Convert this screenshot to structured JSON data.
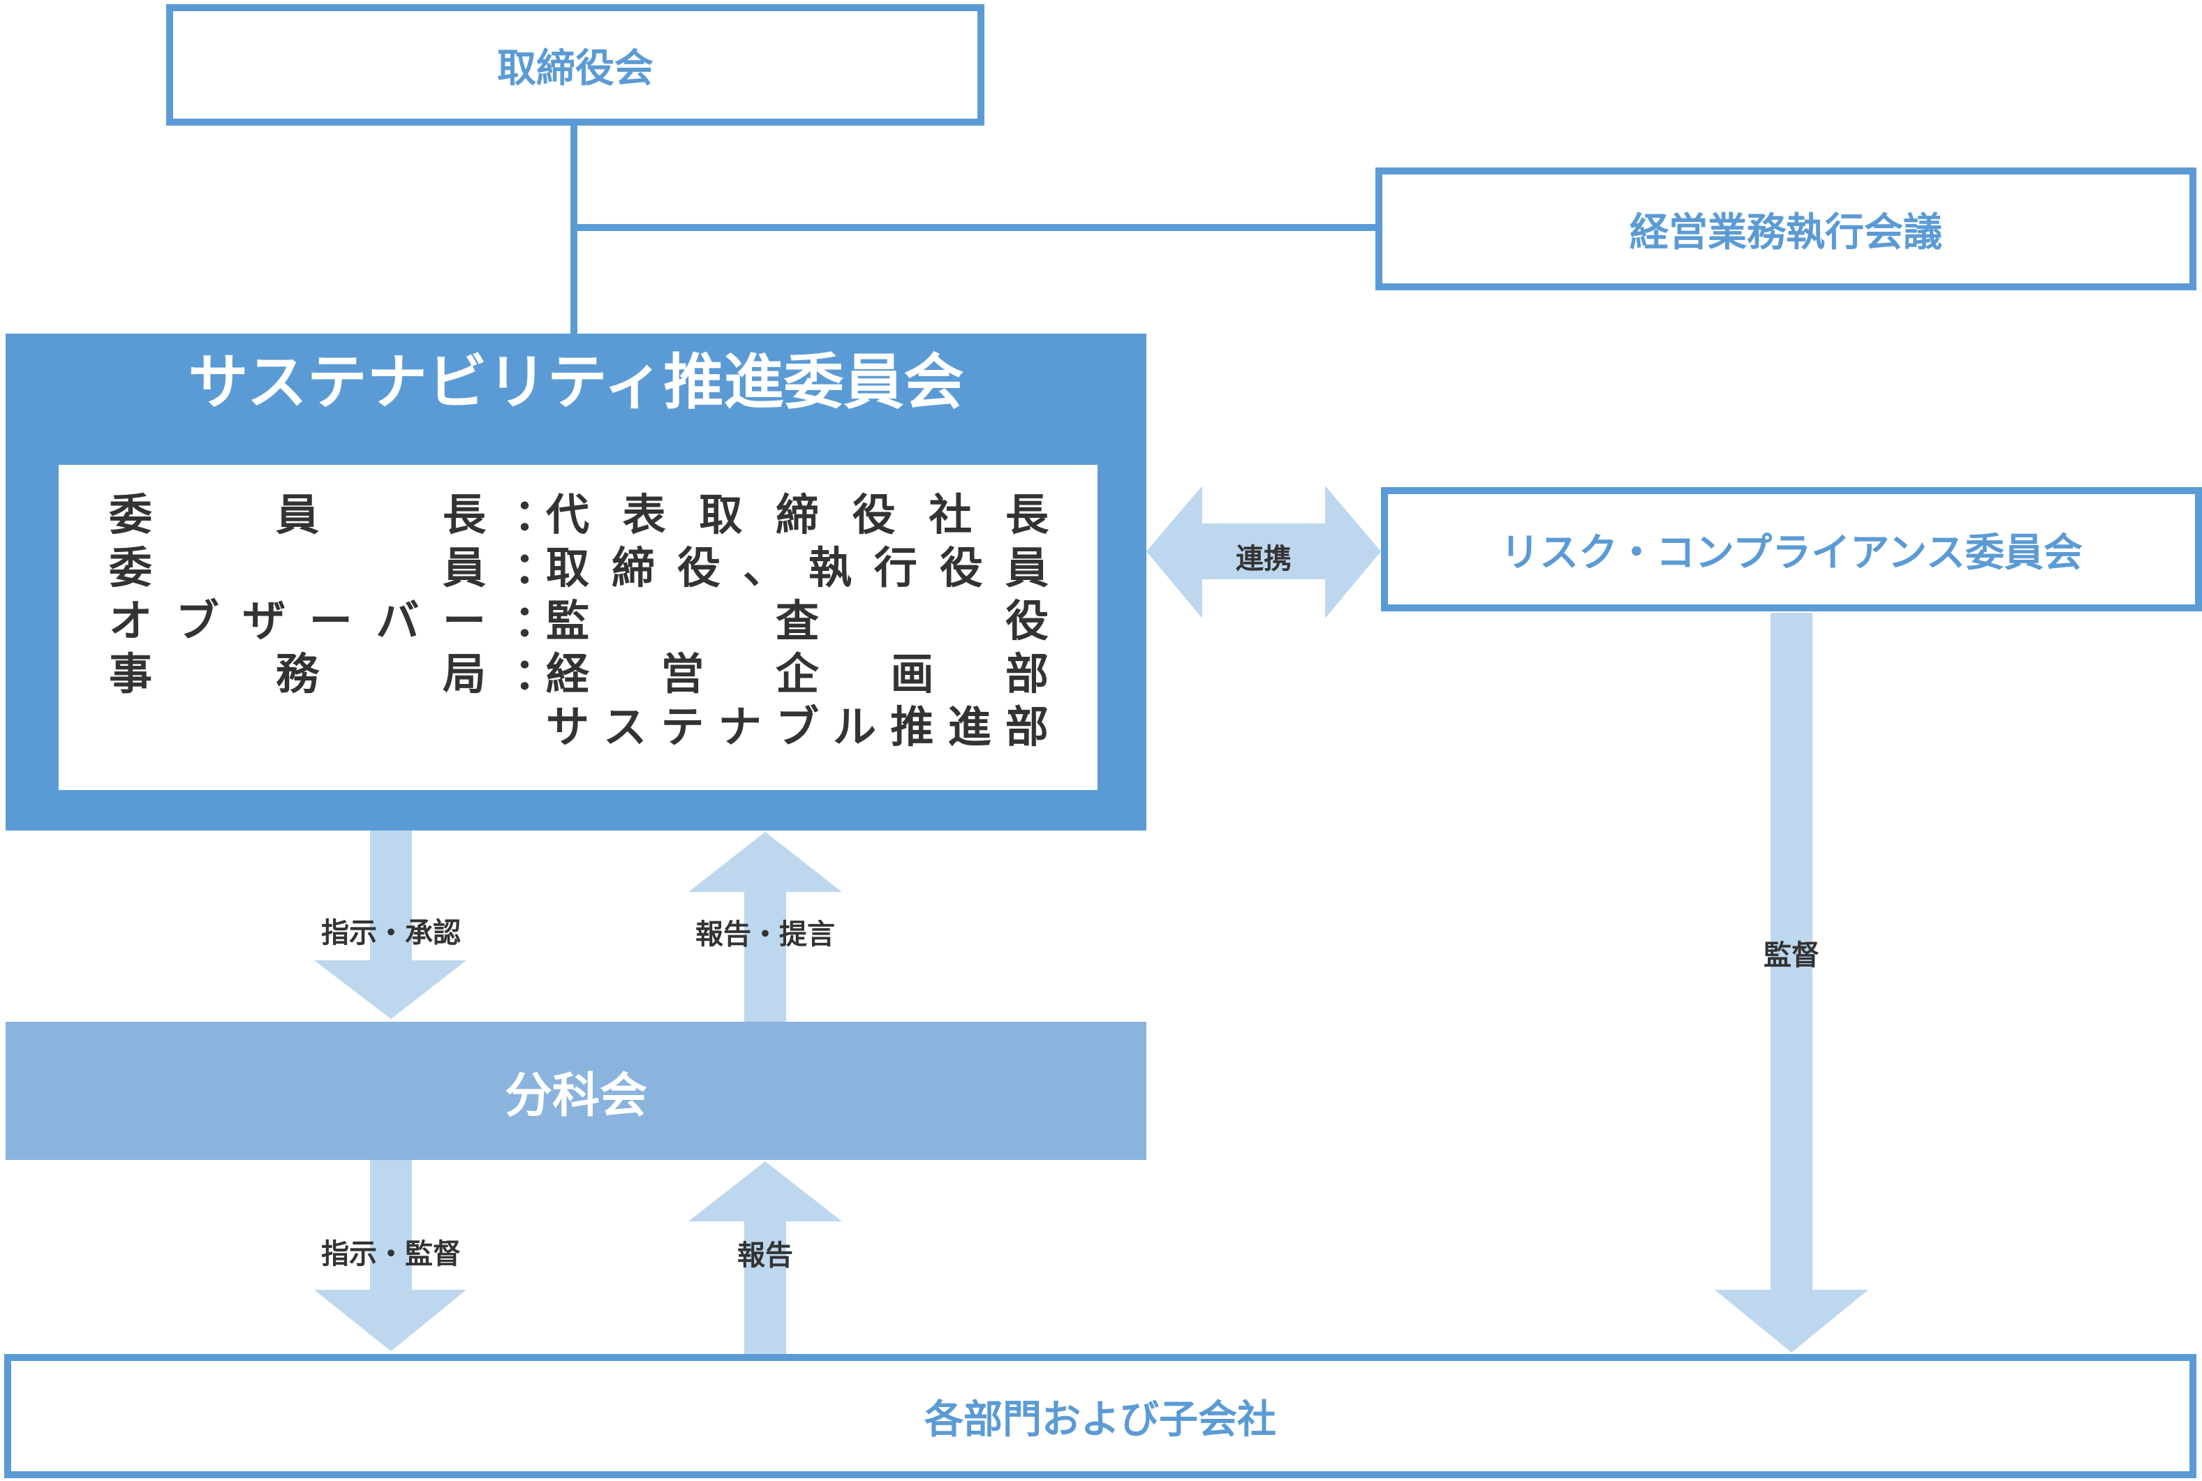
{
  "board": {
    "label": "取締役会"
  },
  "exec_meeting": {
    "label": "経営業務執行会議"
  },
  "sustainability_committee": {
    "title": "サステナビリティ推進委員会",
    "members": [
      {
        "role": "委員長",
        "value": "代表取締役社長"
      },
      {
        "role": "委員",
        "value": "取締役、執行役員"
      },
      {
        "role": "オブザーバー",
        "value": "監査役"
      },
      {
        "role": "事務局",
        "value": "経営企画部"
      },
      {
        "role": "",
        "value": "サステナブル推進部"
      }
    ],
    "colon": "："
  },
  "risk_committee": {
    "label": "リスク・コンプライアンス委員会"
  },
  "subcommittee": {
    "label": "分科会"
  },
  "departments": {
    "label": "各部門および子会社"
  },
  "arrows": {
    "liaison": "連携",
    "instruct_approve": "指示・承認",
    "report_propose": "報告・提言",
    "instruct_supervise": "指示・監督",
    "report": "報告",
    "supervise": "監督"
  },
  "colors": {
    "primary": "#5b9bd5",
    "light": "#8ab4de",
    "arrow": "#bdd7ee",
    "text": "#333333"
  }
}
